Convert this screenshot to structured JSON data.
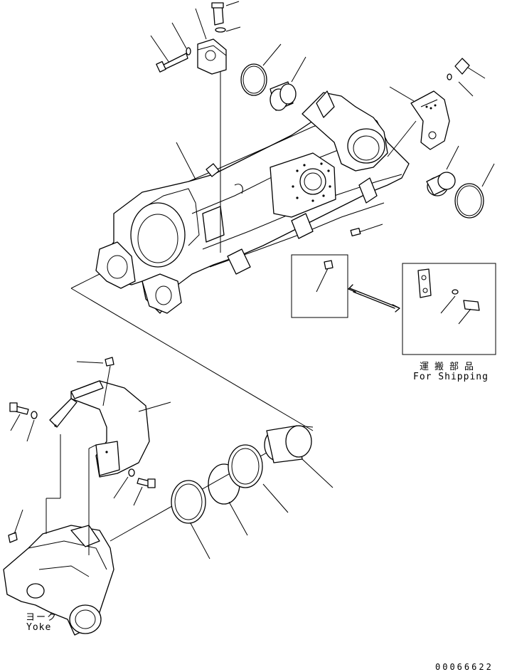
{
  "shipping_box": {
    "label_jp": "運搬部品",
    "label_en": "For Shipping"
  },
  "yoke": {
    "label_jp": "ヨーク",
    "label_en": "Yoke"
  },
  "figure_code": "00066622"
}
